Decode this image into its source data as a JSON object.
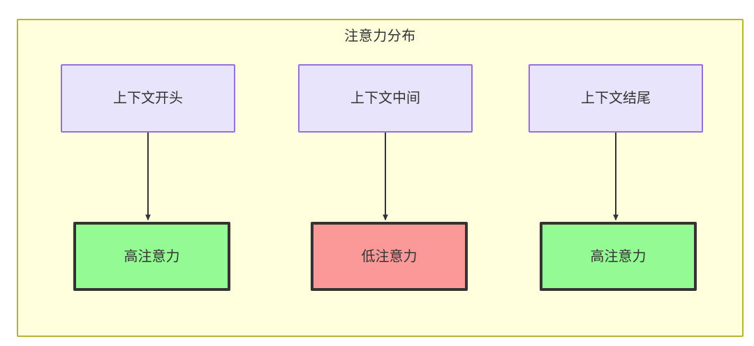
{
  "diagram": {
    "title": "注意力分布",
    "background_color": "#ffffde",
    "border_color": "#b5b530",
    "top_node_fill": "#e7e4fb",
    "top_node_border": "#9370db",
    "high_attention_fill": "#94fa94",
    "low_attention_fill": "#fb9999",
    "node_border_color": "#333333",
    "edge_color": "#333333",
    "top_nodes": [
      {
        "id": "context-start",
        "label": "上下文开头"
      },
      {
        "id": "context-middle",
        "label": "上下文中间"
      },
      {
        "id": "context-end",
        "label": "上下文结尾"
      }
    ],
    "bottom_nodes": [
      {
        "id": "attention-high-start",
        "label": "高注意力",
        "level": "high"
      },
      {
        "id": "attention-low-middle",
        "label": "低注意力",
        "level": "low"
      },
      {
        "id": "attention-high-end",
        "label": "高注意力",
        "level": "high"
      }
    ],
    "edges": [
      {
        "from": "context-start",
        "to": "attention-high-start",
        "label": ""
      },
      {
        "from": "context-middle",
        "to": "attention-low-middle",
        "label": ""
      },
      {
        "from": "context-end",
        "to": "attention-high-end",
        "label": ""
      }
    ]
  }
}
